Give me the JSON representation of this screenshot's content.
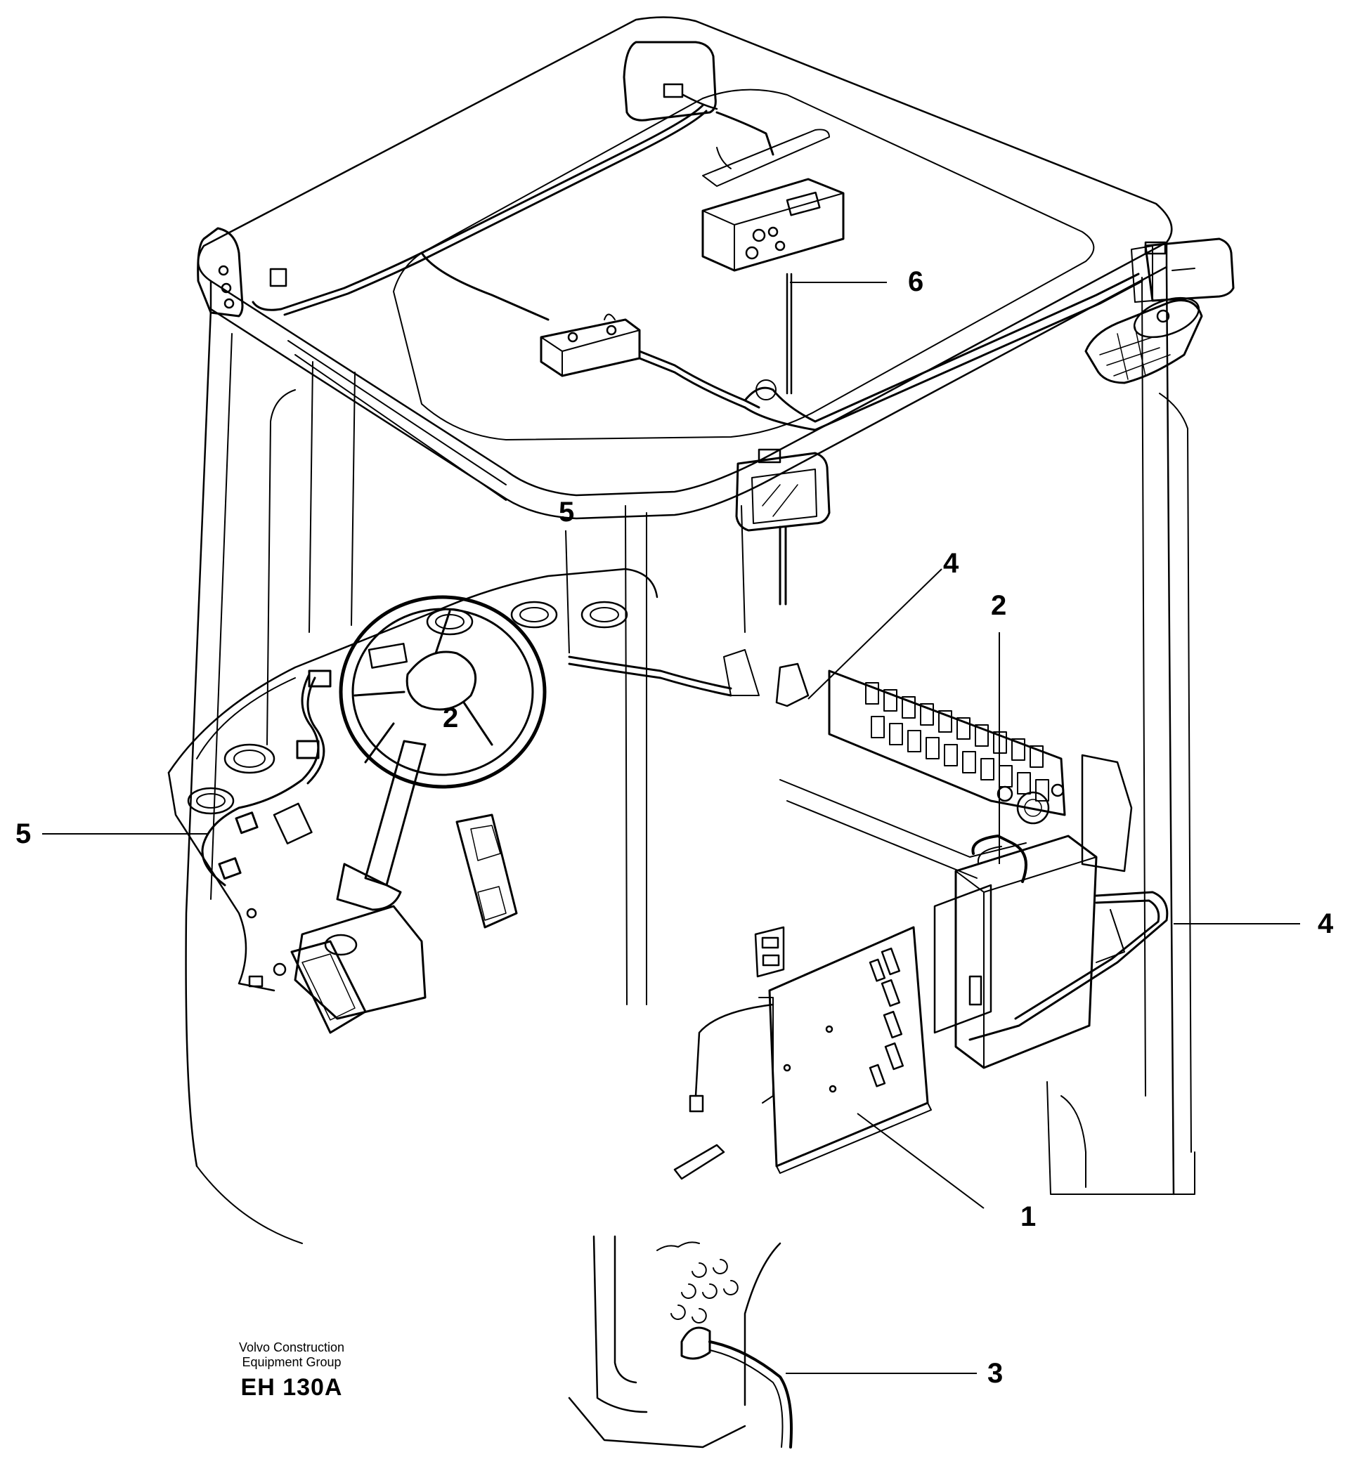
{
  "footer": {
    "company_line1": "Volvo Construction",
    "company_line2": "Equipment Group",
    "drawing_code": "EH 130A"
  },
  "callouts": [
    {
      "id": "c1",
      "label": "1"
    },
    {
      "id": "c2a",
      "label": "2"
    },
    {
      "id": "c2b",
      "label": "2"
    },
    {
      "id": "c3",
      "label": "3"
    },
    {
      "id": "c4a",
      "label": "4"
    },
    {
      "id": "c4b",
      "label": "4"
    },
    {
      "id": "c5a",
      "label": "5"
    },
    {
      "id": "c5b",
      "label": "5"
    },
    {
      "id": "c6",
      "label": "6"
    }
  ]
}
